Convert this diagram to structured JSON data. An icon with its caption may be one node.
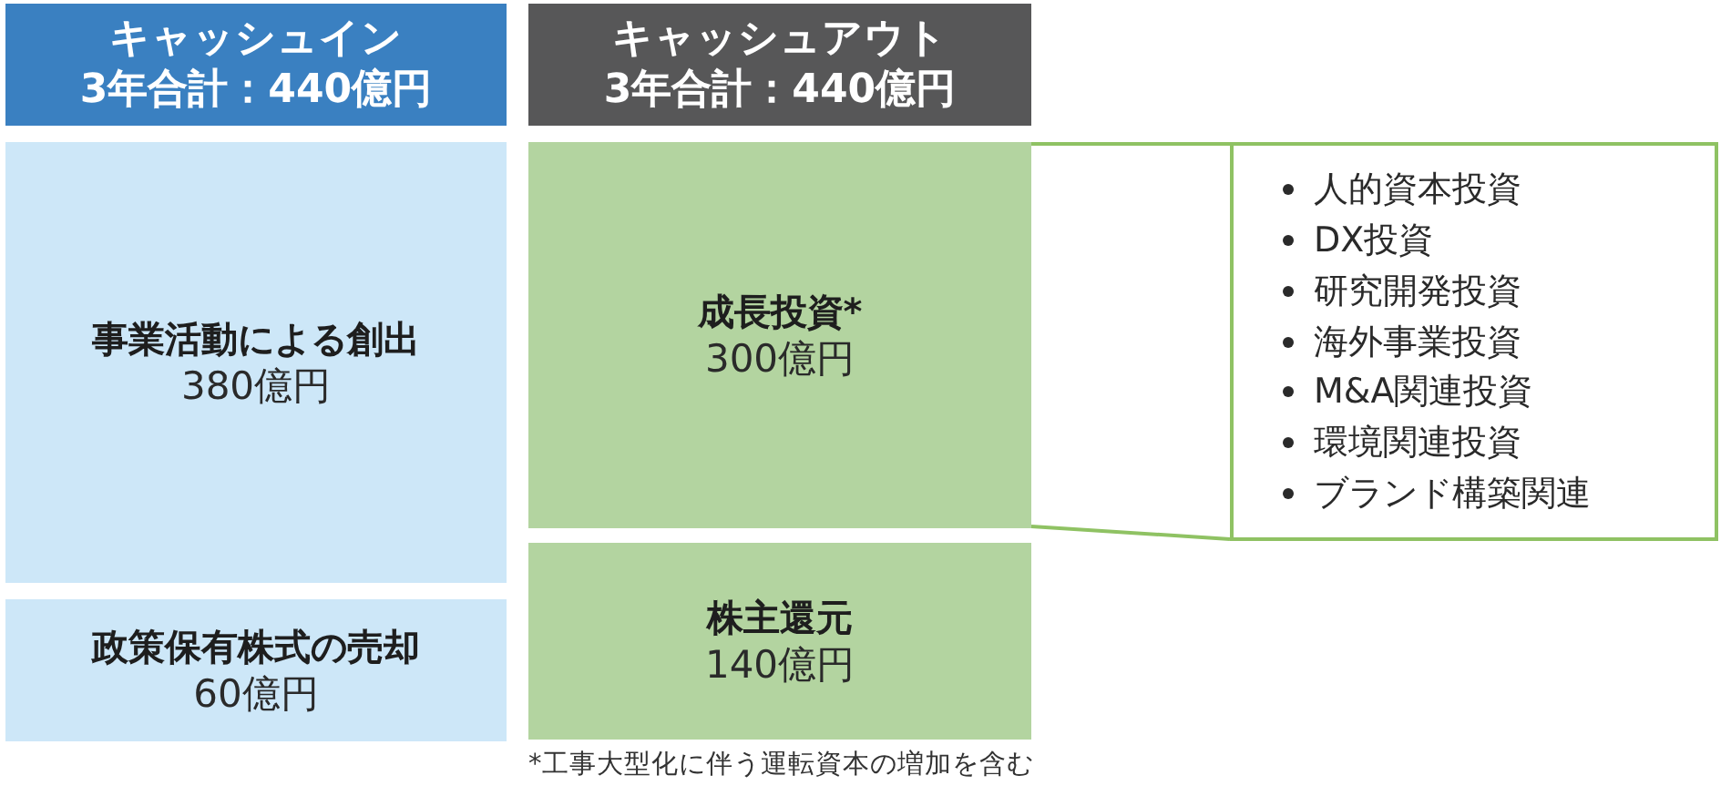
{
  "diagram": {
    "nodes": [
      {
        "text": [
          "キャッシュイン",
          "3年合計：440億円"
        ]
      },
      {
        "text": [
          "キャッシュアウト",
          "3年合計：440億円"
        ]
      },
      {
        "text": [
          "事業活動による創出",
          "380億円"
        ]
      },
      {
        "text": [
          "政策保有株式の売却",
          "60億円"
        ]
      },
      {
        "text": [
          "成長投資*",
          "300億円"
        ]
      },
      {
        "text": [
          "株主還元",
          "140億円"
        ]
      },
      {
        "text": [
          "人的資本投資",
          "DX投資",
          "研究開発投資",
          "海外事業投資",
          "M&A関連投資",
          "環境関連投資",
          "ブランド構築関連"
        ]
      }
    ],
    "edges": [
      {
        "from": 4,
        "to": 6,
        "arrow": "none"
      }
    ],
    "labels": [
      "*工事大型化に伴う運転資本の増加を含む"
    ]
  }
}
